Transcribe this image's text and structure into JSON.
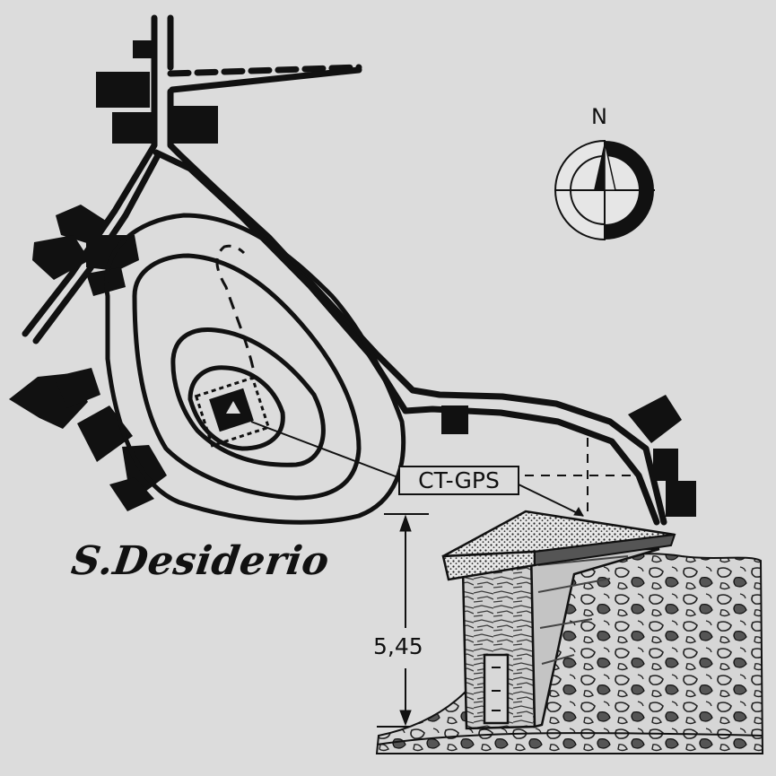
{
  "map": {
    "place_name": "S.Desiderio",
    "station_label": "CT-GPS",
    "height_label": "5,45",
    "north_label": "N"
  },
  "colors": {
    "background": "#dcdcdc",
    "ink": "#111111"
  },
  "icons": [
    "north-arrow-icon",
    "triangulation-point-icon",
    "pillar-illustration"
  ]
}
